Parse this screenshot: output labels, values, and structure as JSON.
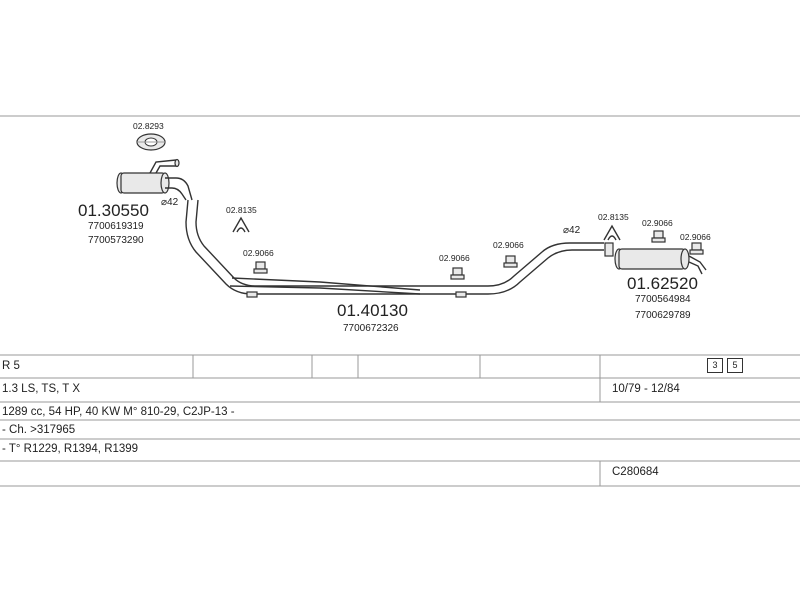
{
  "diagram": {
    "rear_muffler_part": "01.30550",
    "rear_muffler_oem": [
      "7700619319",
      "7700573290"
    ],
    "rear_clamp_part": "02.8293",
    "rear_diameter": "⌀42",
    "bracket_a_part": "02.8135",
    "hanger_a_part": "02.9066",
    "middle_pipe_part": "01.40130",
    "middle_pipe_oem": "7700672326",
    "hanger_b_part": "02.9066",
    "hanger_c_part": "02.9066",
    "front_diameter": "⌀42",
    "bracket_b_part": "02.8135",
    "hanger_d_part": "02.9066",
    "hanger_e_part": "02.9066",
    "front_muffler_part": "01.62520",
    "front_muffler_oem": [
      "7700564984",
      "7700629789"
    ]
  },
  "info": {
    "model": "R 5",
    "variants": "1.3 LS, TS, T X",
    "years": "10/79 - 12/84",
    "engine": "1289 cc, 54 HP, 40 KW M° 810-29, C2JP-13 -",
    "chassis": "- Ch. >317965",
    "type": "- T° R1229, R1394, R1399",
    "catalog_code": "C280684",
    "icon_a": "3",
    "icon_b": "5"
  }
}
